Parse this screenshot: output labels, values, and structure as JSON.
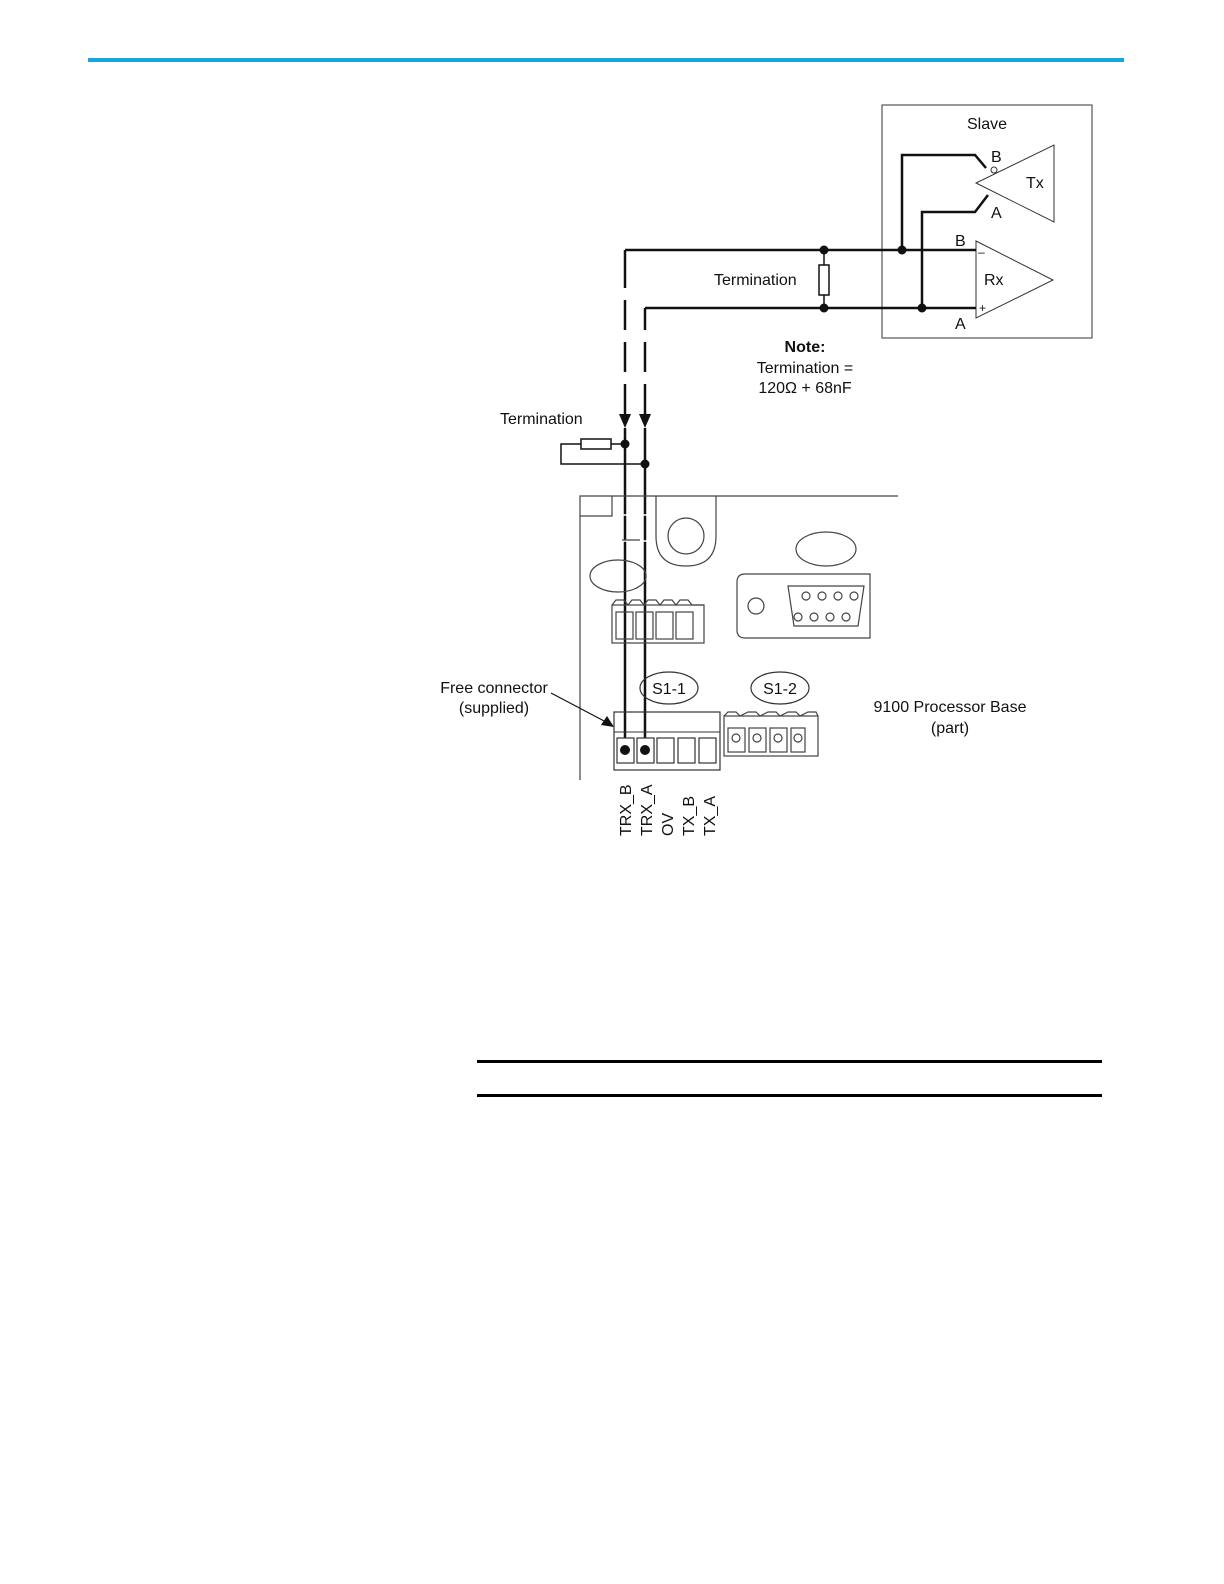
{
  "diagram": {
    "slave_label": "Slave",
    "tx_label": "Tx",
    "rx_label": "Rx",
    "tx_b": "B",
    "tx_a": "A",
    "rx_b": "B",
    "rx_a": "A",
    "rx_minus": "–",
    "rx_plus": "+",
    "termination_top": "Termination",
    "termination_bottom": "Termination",
    "note_title": "Note:",
    "note_line1": "Termination =",
    "note_line2": "120Ω + 68nF",
    "free_connector_line1": "Free connector",
    "free_connector_line2": "(supplied)",
    "s1_1": "S1-1",
    "s1_2": "S1-2",
    "processor_line1": "9100 Processor Base",
    "processor_line2": "(part)",
    "terminals": [
      "TRX_B",
      "TRX_A",
      "OV",
      "TX_B",
      "TX_A"
    ]
  }
}
